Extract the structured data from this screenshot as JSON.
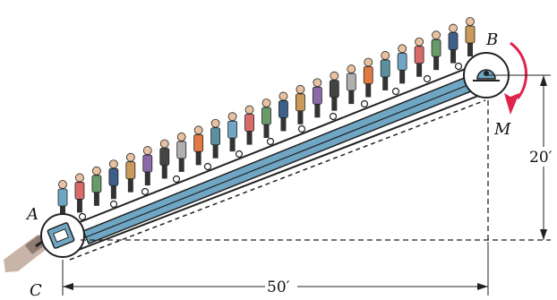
{
  "labels": {
    "A": "A",
    "B": "B",
    "C": "C",
    "M": "M"
  },
  "dimensions": {
    "horizontal": "50′",
    "vertical": "20′"
  },
  "colors": {
    "conveyor_blue": "#6fa6c4",
    "moment_arrow": "#e0234a",
    "ground": "#c9b4a8"
  },
  "people_count": 25
}
